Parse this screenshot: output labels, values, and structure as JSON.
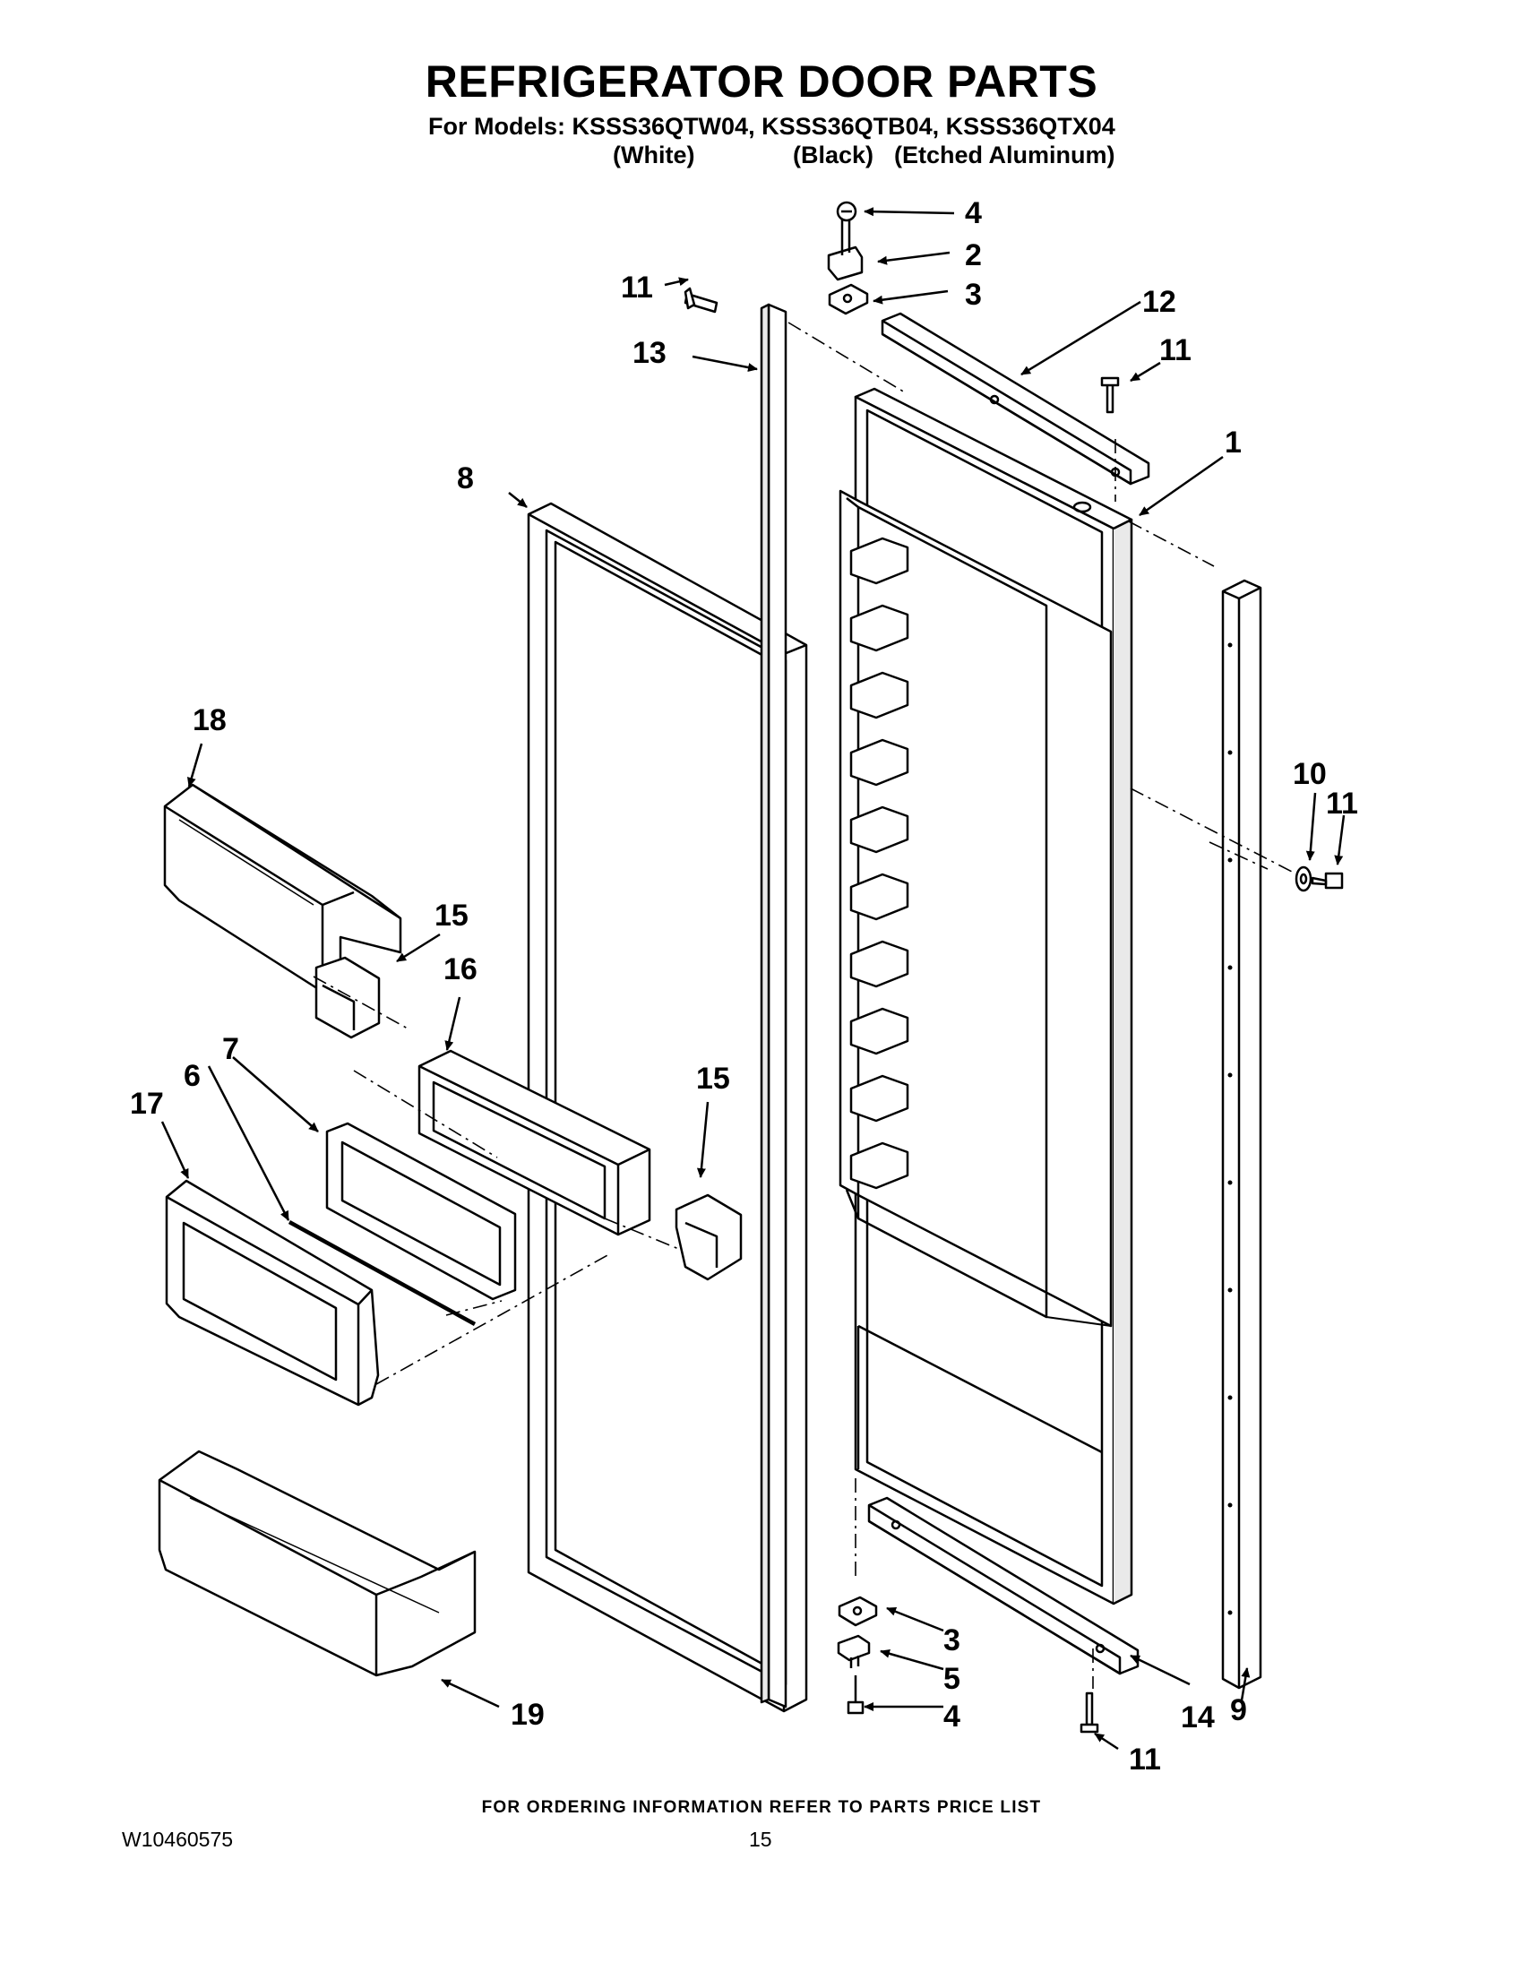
{
  "header": {
    "title": "REFRIGERATOR DOOR PARTS",
    "models_line": "For Models: KSSS36QTW04, KSSS36QTB04, KSSS36QTX04",
    "variants": [
      "(White)",
      "(Black)",
      "(Etched Aluminum)"
    ]
  },
  "callouts": {
    "c1": "1",
    "c2": "2",
    "c3_top": "3",
    "c4_top": "4",
    "c6": "6",
    "c7": "7",
    "c8": "8",
    "c9": "9",
    "c10": "10",
    "c11_top_left": "11",
    "c11_top_right": "11",
    "c11_right": "11",
    "c11_bottom": "11",
    "c12": "12",
    "c13": "13",
    "c14": "14",
    "c15_left": "15",
    "c15_right": "15",
    "c16": "16",
    "c17": "17",
    "c18": "18",
    "c19": "19",
    "c3_bottom": "3",
    "c5": "5",
    "c4_bottom": "4"
  },
  "footer": {
    "ordering_note": "FOR ORDERING INFORMATION REFER TO PARTS PRICE LIST",
    "document_number": "W10460575",
    "page_number": "15"
  }
}
